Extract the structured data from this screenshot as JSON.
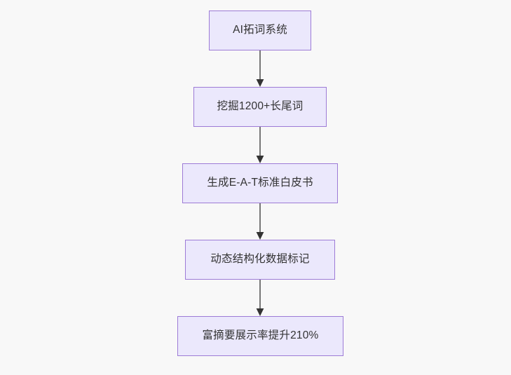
{
  "diagram": {
    "type": "flowchart",
    "direction": "top-to-bottom",
    "background_color": "#f8f8f8",
    "node_fill_color": "#ebe8fc",
    "node_border_color": "#9d7bd6",
    "node_text_color": "#333333",
    "connector_color": "#777777",
    "arrowhead_color": "#333333",
    "nodes": [
      {
        "id": "n1",
        "label": "AI拓词系统"
      },
      {
        "id": "n2",
        "label": "挖掘1200+长尾词"
      },
      {
        "id": "n3",
        "label": "生成E-A-T标准白皮书"
      },
      {
        "id": "n4",
        "label": "动态结构化数据标记"
      },
      {
        "id": "n5",
        "label": "富摘要展示率提升210%"
      }
    ],
    "edges": [
      {
        "id": "e1",
        "from": "n1",
        "to": "n2",
        "label": ""
      },
      {
        "id": "e2",
        "from": "n2",
        "to": "n3",
        "label": ""
      },
      {
        "id": "e3",
        "from": "n3",
        "to": "n4",
        "label": ""
      },
      {
        "id": "e4",
        "from": "n4",
        "to": "n5",
        "label": ""
      }
    ]
  }
}
